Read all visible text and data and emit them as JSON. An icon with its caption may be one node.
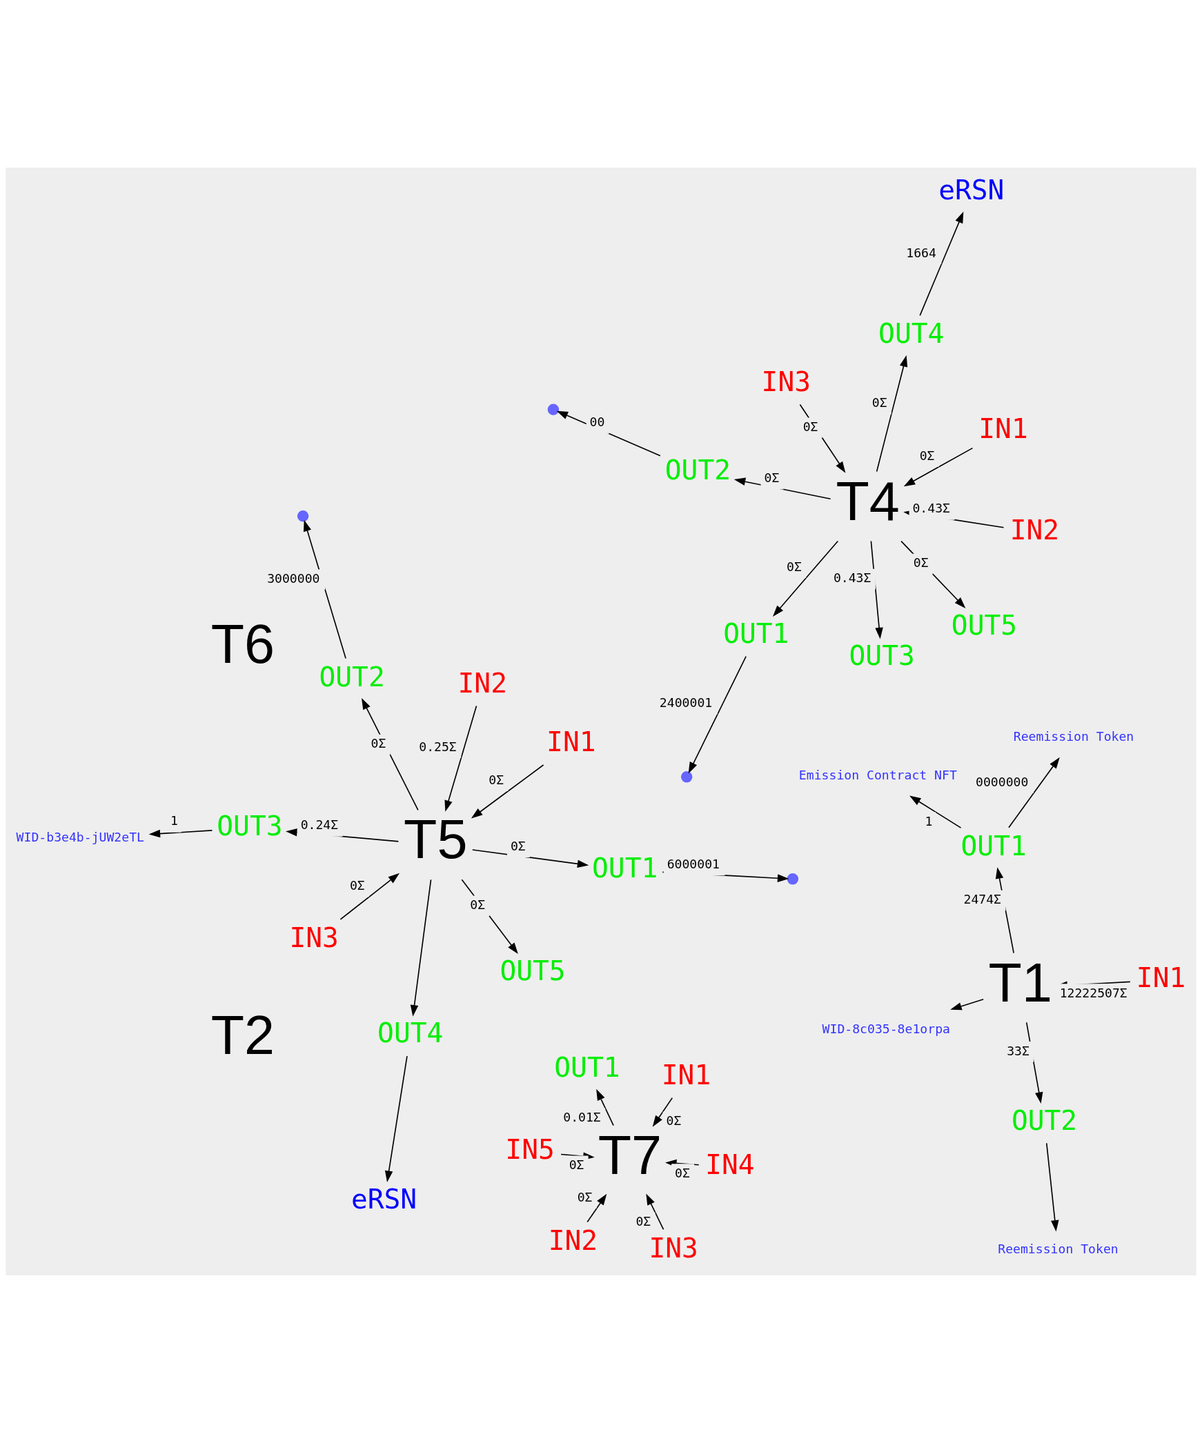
{
  "diagram": {
    "nodes": [
      {
        "text": [
          "OUT4"
        ]
      },
      {
        "text": [
          "eRSN"
        ]
      },
      {
        "text": [
          "OUT2"
        ]
      },
      {
        "text": [],
        "shape": "circle"
      },
      {
        "text": [
          "IN1"
        ]
      },
      {
        "text": [
          "T4"
        ]
      },
      {
        "text": [
          "T6"
        ]
      },
      {
        "text": [
          "OUT1"
        ]
      },
      {
        "text": [
          "IN2"
        ]
      },
      {
        "text": [],
        "shape": "circle"
      },
      {
        "text": [
          "OUT5"
        ]
      },
      {
        "text": [],
        "shape": "circle"
      },
      {
        "text": [
          "Emission Contract NFT"
        ]
      },
      {
        "text": [
          "OUT2"
        ]
      },
      {
        "text": [
          "IN1"
        ]
      },
      {
        "text": [
          "T1"
        ]
      },
      {
        "text": [
          "OUT3"
        ]
      },
      {
        "text": [
          "OUT3"
        ]
      },
      {
        "text": [
          "OUT1"
        ]
      },
      {
        "text": [
          "Reemission Token"
        ]
      },
      {
        "text": [
          "WID-b3e4b-jUW2eTL"
        ]
      },
      {
        "text": [
          "WID-8c035-8e1orpa"
        ]
      },
      {
        "text": [
          "IN3"
        ]
      },
      {
        "text": [
          "IN1"
        ]
      },
      {
        "text": [
          "IN2"
        ]
      },
      {
        "text": [
          "OUT4"
        ]
      },
      {
        "text": [
          "T5"
        ]
      },
      {
        "text": [
          "eRSN"
        ]
      },
      {
        "text": [
          "IN5"
        ]
      },
      {
        "text": [
          "OUT5"
        ]
      },
      {
        "text": [
          "OUT1"
        ]
      },
      {
        "text": [
          "Reemission Token"
        ]
      },
      {
        "text": [
          "IN3"
        ]
      },
      {
        "text": [
          "OUT2"
        ]
      },
      {
        "text": [
          "IN4"
        ]
      },
      {
        "text": [],
        "shape": "circle"
      },
      {
        "text": [
          "IN3"
        ]
      },
      {
        "text": [
          "OUT1"
        ]
      },
      {
        "text": [
          "T7"
        ]
      },
      {
        "text": [
          "IN1"
        ]
      },
      {
        "text": [
          "IN2"
        ]
      },
      {
        "text": [
          "T2"
        ]
      }
    ],
    "edges": [
      {
        "from": 5,
        "to": 0,
        "arrow": "to",
        "label": "0Σ"
      },
      {
        "from": 0,
        "to": 1,
        "arrow": "to",
        "label": "1664"
      },
      {
        "from": 5,
        "to": 2,
        "arrow": "to",
        "label": "0Σ"
      },
      {
        "from": 2,
        "to": 3,
        "arrow": "to",
        "label": "00"
      },
      {
        "from": 4,
        "to": 5,
        "arrow": "to",
        "label": "0Σ"
      },
      {
        "from": 8,
        "to": 5,
        "arrow": "to",
        "label": "0.43Σ"
      },
      {
        "from": 22,
        "to": 5,
        "arrow": "to",
        "label": "0Σ"
      },
      {
        "from": 5,
        "to": 7,
        "arrow": "to",
        "label": "0Σ"
      },
      {
        "from": 7,
        "to": 9,
        "arrow": "to",
        "label": "2400001"
      },
      {
        "from": 5,
        "to": 10,
        "arrow": "to",
        "label": "0Σ"
      },
      {
        "from": 5,
        "to": 16,
        "arrow": "to",
        "label": "0.43Σ"
      },
      {
        "from": 14,
        "to": 15,
        "arrow": "to",
        "label": "12222507Σ"
      },
      {
        "from": 15,
        "to": 18,
        "arrow": "to",
        "label": "2474Σ"
      },
      {
        "from": 18,
        "to": 12,
        "arrow": "to",
        "label": "1"
      },
      {
        "from": 18,
        "to": 19,
        "arrow": "to",
        "label": "0000000"
      },
      {
        "from": 15,
        "to": 33,
        "arrow": "to",
        "label": "33Σ"
      },
      {
        "from": 33,
        "to": 31,
        "arrow": "to"
      },
      {
        "from": 15,
        "to": 21,
        "arrow": "to"
      },
      {
        "from": 26,
        "to": 13,
        "arrow": "to",
        "label": "0Σ"
      },
      {
        "from": 13,
        "to": 11,
        "arrow": "to",
        "label": "3000000"
      },
      {
        "from": 26,
        "to": 17,
        "arrow": "to",
        "label": "0.24Σ"
      },
      {
        "from": 17,
        "to": 20,
        "arrow": "to",
        "label": "1"
      },
      {
        "from": 23,
        "to": 26,
        "arrow": "to",
        "label": "0Σ"
      },
      {
        "from": 24,
        "to": 26,
        "arrow": "to",
        "label": "0.25Σ"
      },
      {
        "from": 32,
        "to": 26,
        "arrow": "to",
        "label": "0Σ"
      },
      {
        "from": 26,
        "to": 25,
        "arrow": "to"
      },
      {
        "from": 25,
        "to": 27,
        "arrow": "to"
      },
      {
        "from": 26,
        "to": 30,
        "arrow": "to",
        "label": "0Σ"
      },
      {
        "from": 30,
        "to": 35,
        "arrow": "to",
        "label": "6000001"
      },
      {
        "from": 26,
        "to": 29,
        "arrow": "to",
        "label": "0Σ"
      },
      {
        "from": 28,
        "to": 38,
        "arrow": "to",
        "label": "0Σ"
      },
      {
        "from": 34,
        "to": 38,
        "arrow": "to",
        "label": "0Σ"
      },
      {
        "from": 36,
        "to": 38,
        "arrow": "to",
        "label": "0Σ"
      },
      {
        "from": 39,
        "to": 38,
        "arrow": "to",
        "label": "0Σ"
      },
      {
        "from": 40,
        "to": 38,
        "arrow": "to",
        "label": "0Σ"
      },
      {
        "from": 38,
        "to": 37,
        "arrow": "to",
        "label": "0.01Σ"
      }
    ]
  }
}
